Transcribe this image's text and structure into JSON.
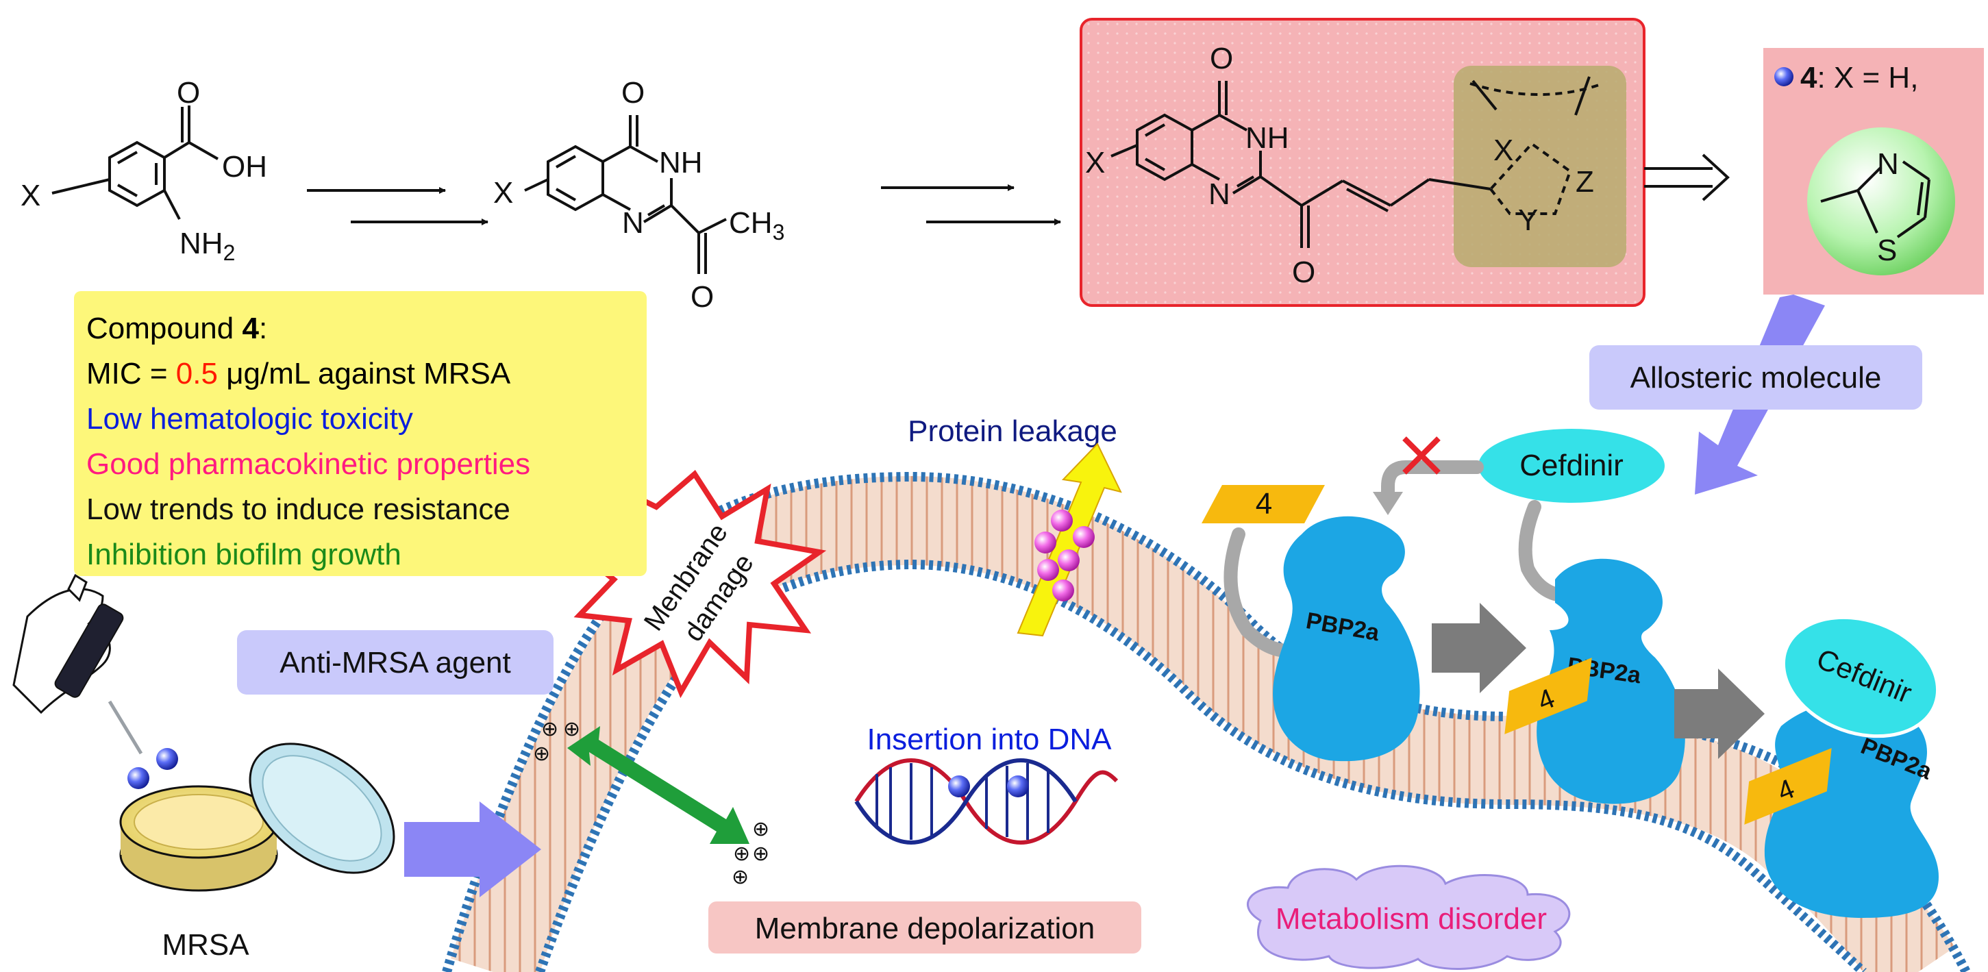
{
  "synthesis": {
    "sm_substituent": "X",
    "sm_oh": "OH",
    "sm_o": "O",
    "sm_nh2": "NH",
    "sm_nh2_sub": "2",
    "int_substituent": "X",
    "int_o": "O",
    "int_nh": "NH",
    "int_n": "N",
    "int_ch3": "CH",
    "int_ch3_sub": "3",
    "int_o2": "O",
    "target_substituent": "X",
    "target_o": "O",
    "target_nh": "NH",
    "target_n": "N",
    "target_o2": "O",
    "target_x": "X",
    "target_z": "Z",
    "target_y": "Y"
  },
  "compound4": {
    "bold": "4",
    "label": ": X = H,",
    "thiazole_n": "N",
    "thiazole_s": "S"
  },
  "properties": {
    "line1_pre": "Compound ",
    "line1_bold": "4",
    "line1_post": ":",
    "line2_pre": "MIC = ",
    "line2_value": "0.5",
    "line2_post": " μg/mL against MRSA",
    "line3": "Low hematologic toxicity",
    "line4": "Good pharmacokinetic properties",
    "line5": "Low trends to induce resistance",
    "line6": "Inhibition biofilm growth"
  },
  "labels": {
    "allosteric": "Allosteric molecule",
    "protein_leakage": "Protein leakage",
    "cefdinir": "Cefdinir",
    "cefdinir_bound": "Cefdinir",
    "membrane_damage_1": "Menbrane",
    "membrane_damage_2": "damage",
    "anti_mrsa": "Anti-MRSA agent",
    "mrsa": "MRSA",
    "insertion": "Insertion into DNA",
    "depolarization": "Membrane depolarization",
    "metabolism": "Metabolism disorder",
    "pbp2a_1": "PBP2a",
    "pbp2a_2": "PBP2a",
    "pbp2a_3": "PBP2a",
    "diamond_1": "4",
    "diamond_2": "4",
    "diamond_3": "4",
    "charge": "⊕"
  },
  "colors": {
    "target_box_fill": "#f5b3b6",
    "target_box_border": "#e8242b",
    "ring_highlight": "#b7ab6e",
    "property_box": "#fdf77a",
    "mic_value": "#ff1a00",
    "blue_text": "#0a1edd",
    "pink_text": "#ff1a80",
    "green_text": "#1a8a1a",
    "navy_text": "#0f1a80",
    "protein": "#1ca6e4",
    "diamond": "#f7b90e",
    "cefdinir_oval": "#35e1e8",
    "lavender": "#c9c9fb",
    "arrow_blue": "#8b86f5",
    "depolarization_box": "#f7c6c4",
    "metabolism_cloud": "#d8c9f8",
    "metabolism_text": "#e91e7a",
    "thiazole_sphere": "#b8f4b0",
    "membrane_head": "#2e74b5",
    "membrane_tail": "#e9b9a0"
  }
}
